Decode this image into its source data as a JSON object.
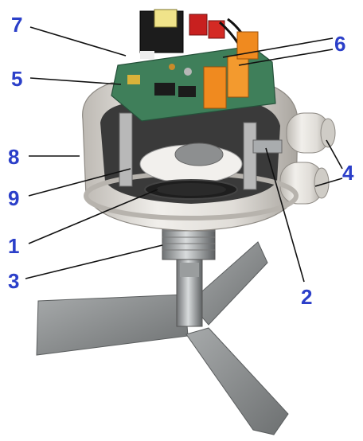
{
  "callouts": [
    {
      "id": "label-7",
      "text": "7"
    },
    {
      "id": "label-6",
      "text": "6"
    },
    {
      "id": "label-5",
      "text": "5"
    },
    {
      "id": "label-8",
      "text": "8"
    },
    {
      "id": "label-4",
      "text": "4"
    },
    {
      "id": "label-9",
      "text": "9"
    },
    {
      "id": "label-1",
      "text": "1"
    },
    {
      "id": "label-3",
      "text": "3"
    },
    {
      "id": "label-2",
      "text": "2"
    }
  ],
  "colors": {
    "callout_text": "#2b3fc9",
    "leader_line": "#111111",
    "housing": "#e4e1dc",
    "circuit_board": "#3f7f5a",
    "relay": "#f08a1f",
    "paddle": "#8a8d8e"
  }
}
